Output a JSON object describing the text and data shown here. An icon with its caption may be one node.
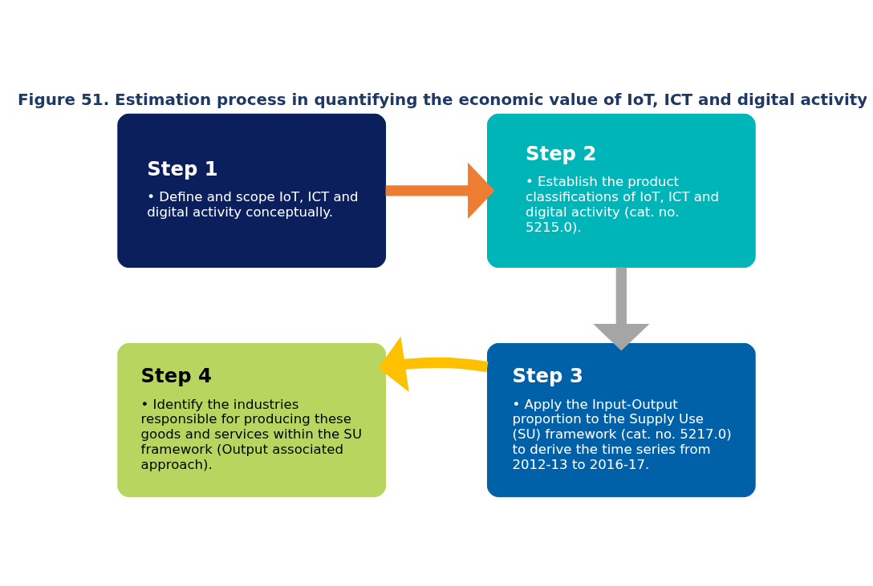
{
  "diagram": {
    "title": "Figure 51. Estimation process in quantifying the economic value of IoT, ICT and digital activity",
    "nodes": [
      {
        "text": [
          "Step 1",
          "• Define and scope IoT, ICT and digital activity conceptually."
        ]
      },
      {
        "text": [
          "Step 2",
          "• Establish the product classifications of IoT, ICT and digital activity (cat. no. 5215.0)."
        ]
      },
      {
        "text": [
          "Step 3",
          "• Apply the Input-Output proportion to the Supply Use (SU) framework (cat. no. 5217.0) to derive the time series from 2012-13 to 2016-17."
        ]
      },
      {
        "text": [
          "Step 4",
          "• Identify the industries responsible for producing these goods and services within the SU framework (Output associated approach)."
        ]
      }
    ],
    "edges": [
      {
        "from": 0,
        "to": 1,
        "arrow": "to",
        "color": "#ed7d31"
      },
      {
        "from": 1,
        "to": 2,
        "arrow": "to",
        "color": "#a5a5a5"
      },
      {
        "from": 2,
        "to": 3,
        "arrow": "to",
        "color": "#ffc000"
      }
    ]
  }
}
